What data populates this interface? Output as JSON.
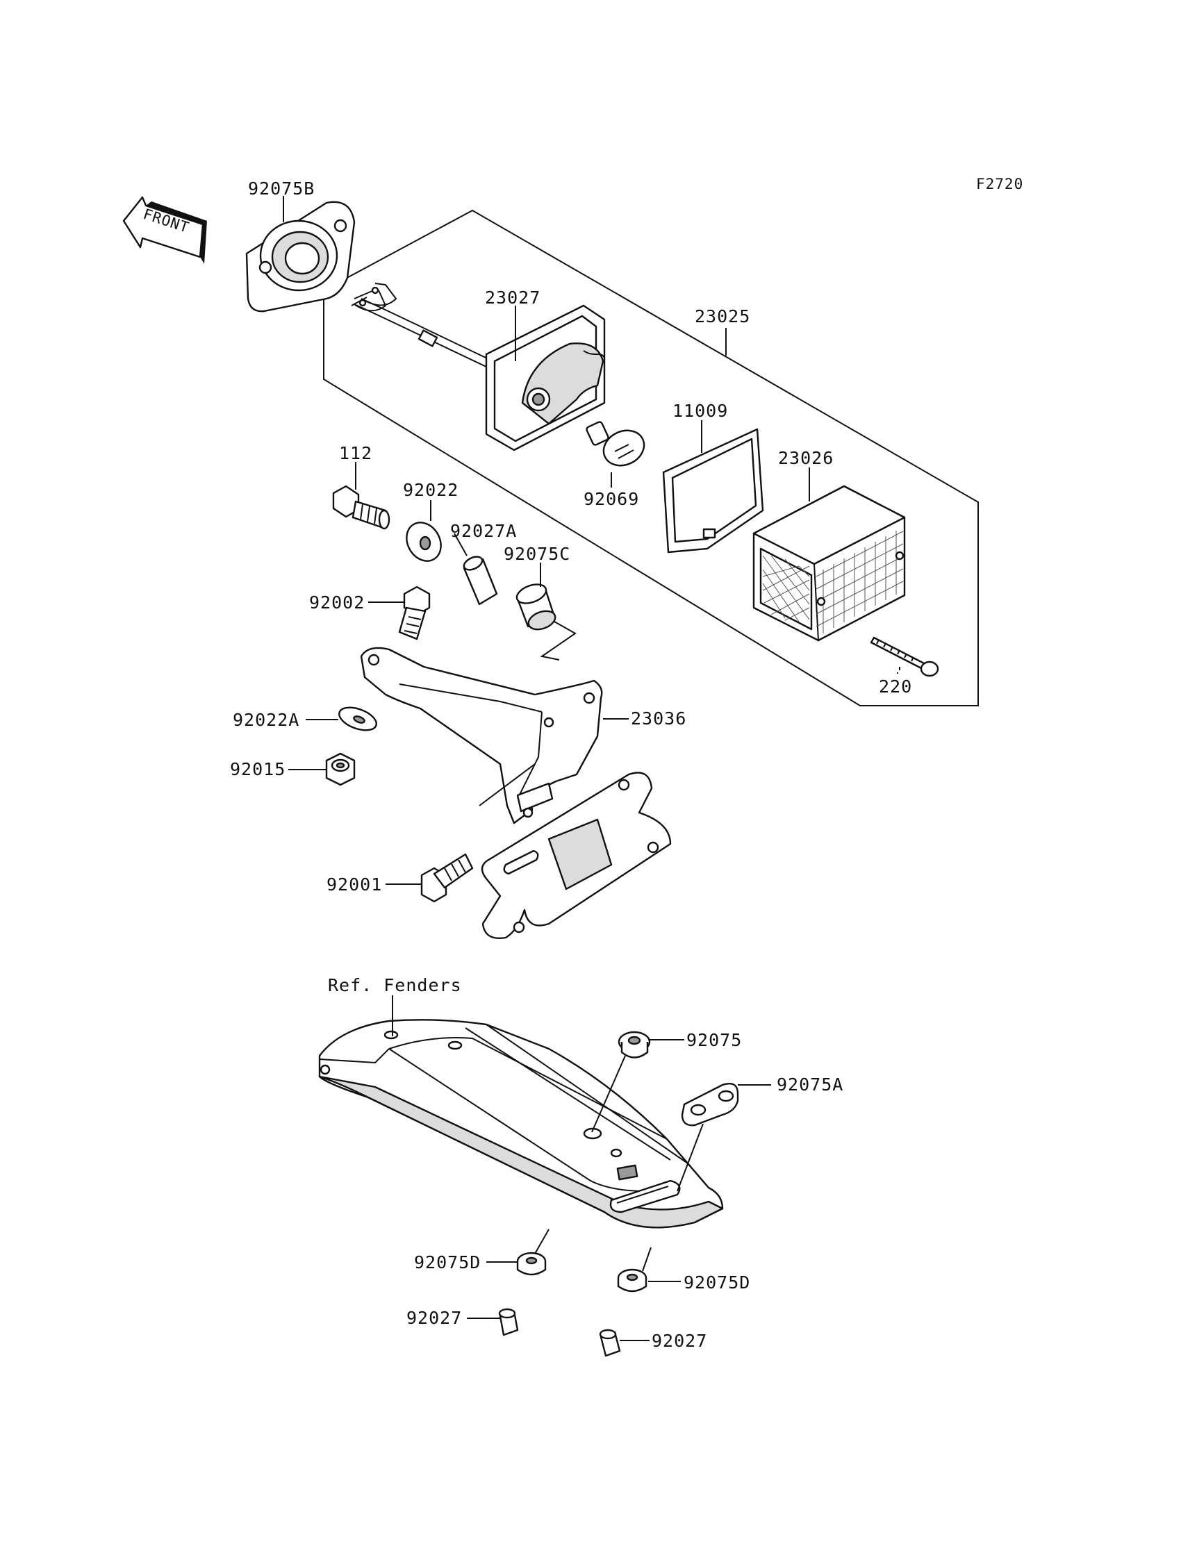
{
  "diagram": {
    "code": "F2720",
    "front_label": "FRONT",
    "parts": [
      {
        "id": "92075B"
      },
      {
        "id": "23027"
      },
      {
        "id": "23025"
      },
      {
        "id": "11009"
      },
      {
        "id": "23026"
      },
      {
        "id": "92069"
      },
      {
        "id": "112"
      },
      {
        "id": "92022"
      },
      {
        "id": "92027A"
      },
      {
        "id": "92075C"
      },
      {
        "id": "92002"
      },
      {
        "id": "23036"
      },
      {
        "id": "92022A"
      },
      {
        "id": "92015"
      },
      {
        "id": "92001"
      },
      {
        "id": "220"
      },
      {
        "id": "Ref. Fenders"
      },
      {
        "id": "92075"
      },
      {
        "id": "92075A"
      },
      {
        "id": "92075D"
      },
      {
        "id": "92075D"
      },
      {
        "id": "92027"
      },
      {
        "id": "92027"
      }
    ]
  }
}
